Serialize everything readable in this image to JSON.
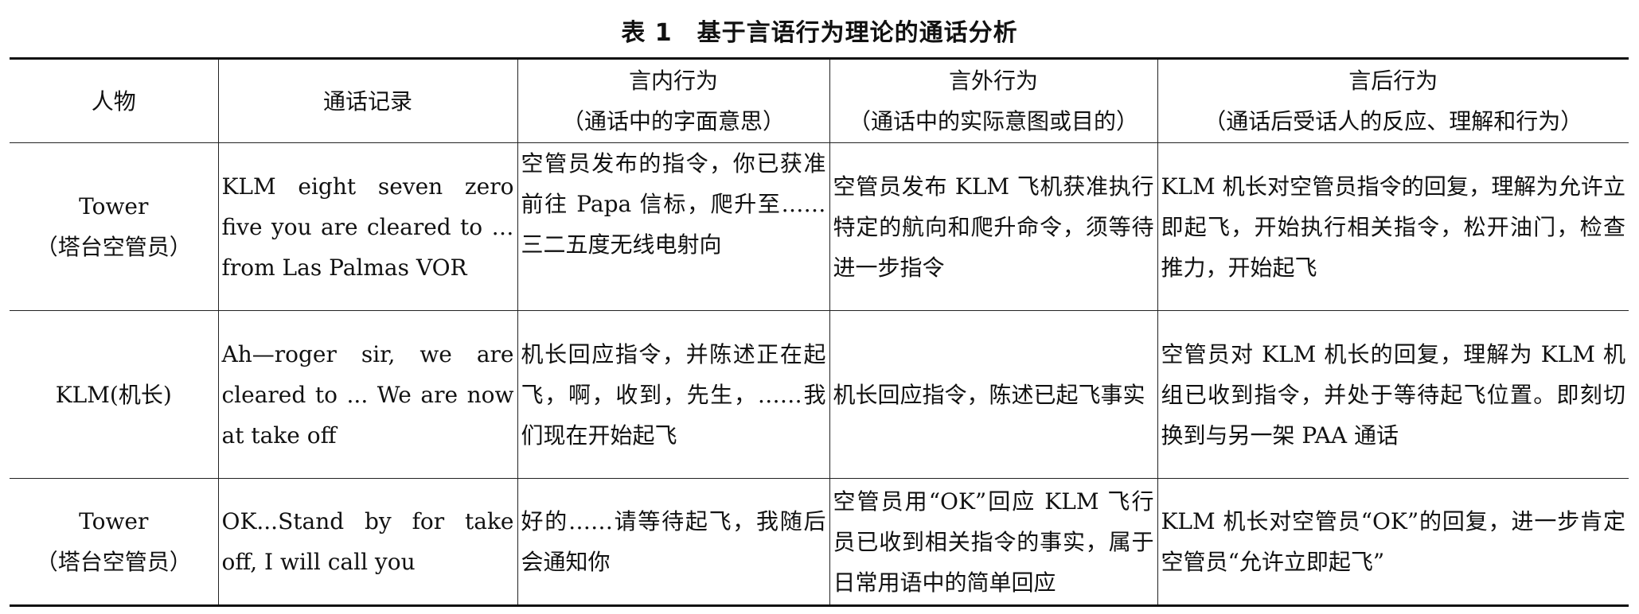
{
  "title": "表 1　基于言语行为理论的通话分析",
  "headers": [
    {
      "main": "人物",
      "sub": ""
    },
    {
      "main": "通话记录",
      "sub": ""
    },
    {
      "main": "言内行为",
      "sub": "（通话中的字面意思）"
    },
    {
      "main": "言外行为",
      "sub": "（通话中的实际意图或目的）"
    },
    {
      "main": "言后行为",
      "sub": "（通话后受话人的反应、理解和行为）"
    }
  ],
  "rows": [
    {
      "person_name": "Tower",
      "person_role": "（塔台空管员）",
      "record": "KLM eight seven zero five you are cleared to …from Las Palmas VOR",
      "locutionary": "空管员发布的指令，你已获准前往 Papa 信标，爬升至……三二五度无线电射向",
      "illocutionary": "空管员发布 KLM 飞机获准执行特定的航向和爬升命令，须等待进一步指令",
      "perlocutionary": "KLM 机长对空管员指令的回复，理解为允许立即起飞，开始执行相关指令，松开油门，检查推力，开始起飞"
    },
    {
      "person_name": "KLM(机长)",
      "person_role": "",
      "record": "Ah—roger sir, we are cleared to ... We are now at take off",
      "locutionary": "机长回应指令，并陈述正在起飞，啊，收到，先生，……我们现在开始起飞",
      "illocutionary": "机长回应指令，陈述已起飞事实",
      "perlocutionary": "空管员对 KLM 机长的回复，理解为 KLM 机组已收到指令，并处于等待起飞位置。即刻切换到与另一架 PAA 通话"
    },
    {
      "person_name": "Tower",
      "person_role": "（塔台空管员）",
      "record": "OK...Stand by for take off, I will call you",
      "locutionary": "好的……请等待起飞，我随后会通知你",
      "illocutionary": "空管员用“OK”回应 KLM 飞行员已收到相关指令的事实，属于日常用语中的简单回应",
      "perlocutionary": "KLM 机长对空管员“OK”的回复，进一步肯定空管员“允许立即起飞”"
    }
  ]
}
